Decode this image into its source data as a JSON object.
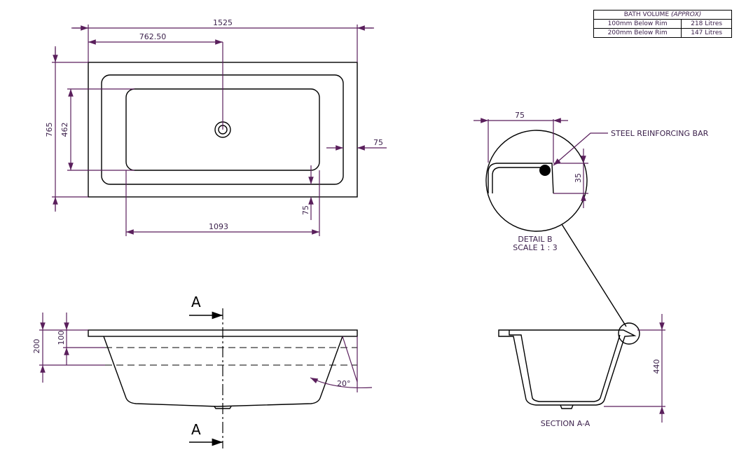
{
  "volume_table": {
    "header_main": "BATH VOLUME",
    "header_note": "(APPROX)",
    "rows": [
      {
        "label": "100mm Below Rim",
        "value": "218 Litres"
      },
      {
        "label": "200mm Below Rim",
        "value": "147 Litres"
      }
    ]
  },
  "plan": {
    "overall_length": "1525",
    "centre_offset": "762.50",
    "overall_width": "765",
    "inner_width": "462",
    "rim_right": "75",
    "rim_bottom": "75",
    "inner_length": "1093"
  },
  "side": {
    "depth_200": "200",
    "depth_100": "100",
    "angle": "20°",
    "section_mark_top": "A",
    "section_mark_bottom": "A"
  },
  "detail": {
    "rim_width": "75",
    "bar_label": "STEEL REINFORCING BAR",
    "height": "35",
    "title": "DETAIL B",
    "scale": "SCALE 1 : 3"
  },
  "section": {
    "depth": "440",
    "title": "SECTION A-A"
  },
  "colors": {
    "dimension_line": "#5a1f5c",
    "outline": "#000000"
  }
}
